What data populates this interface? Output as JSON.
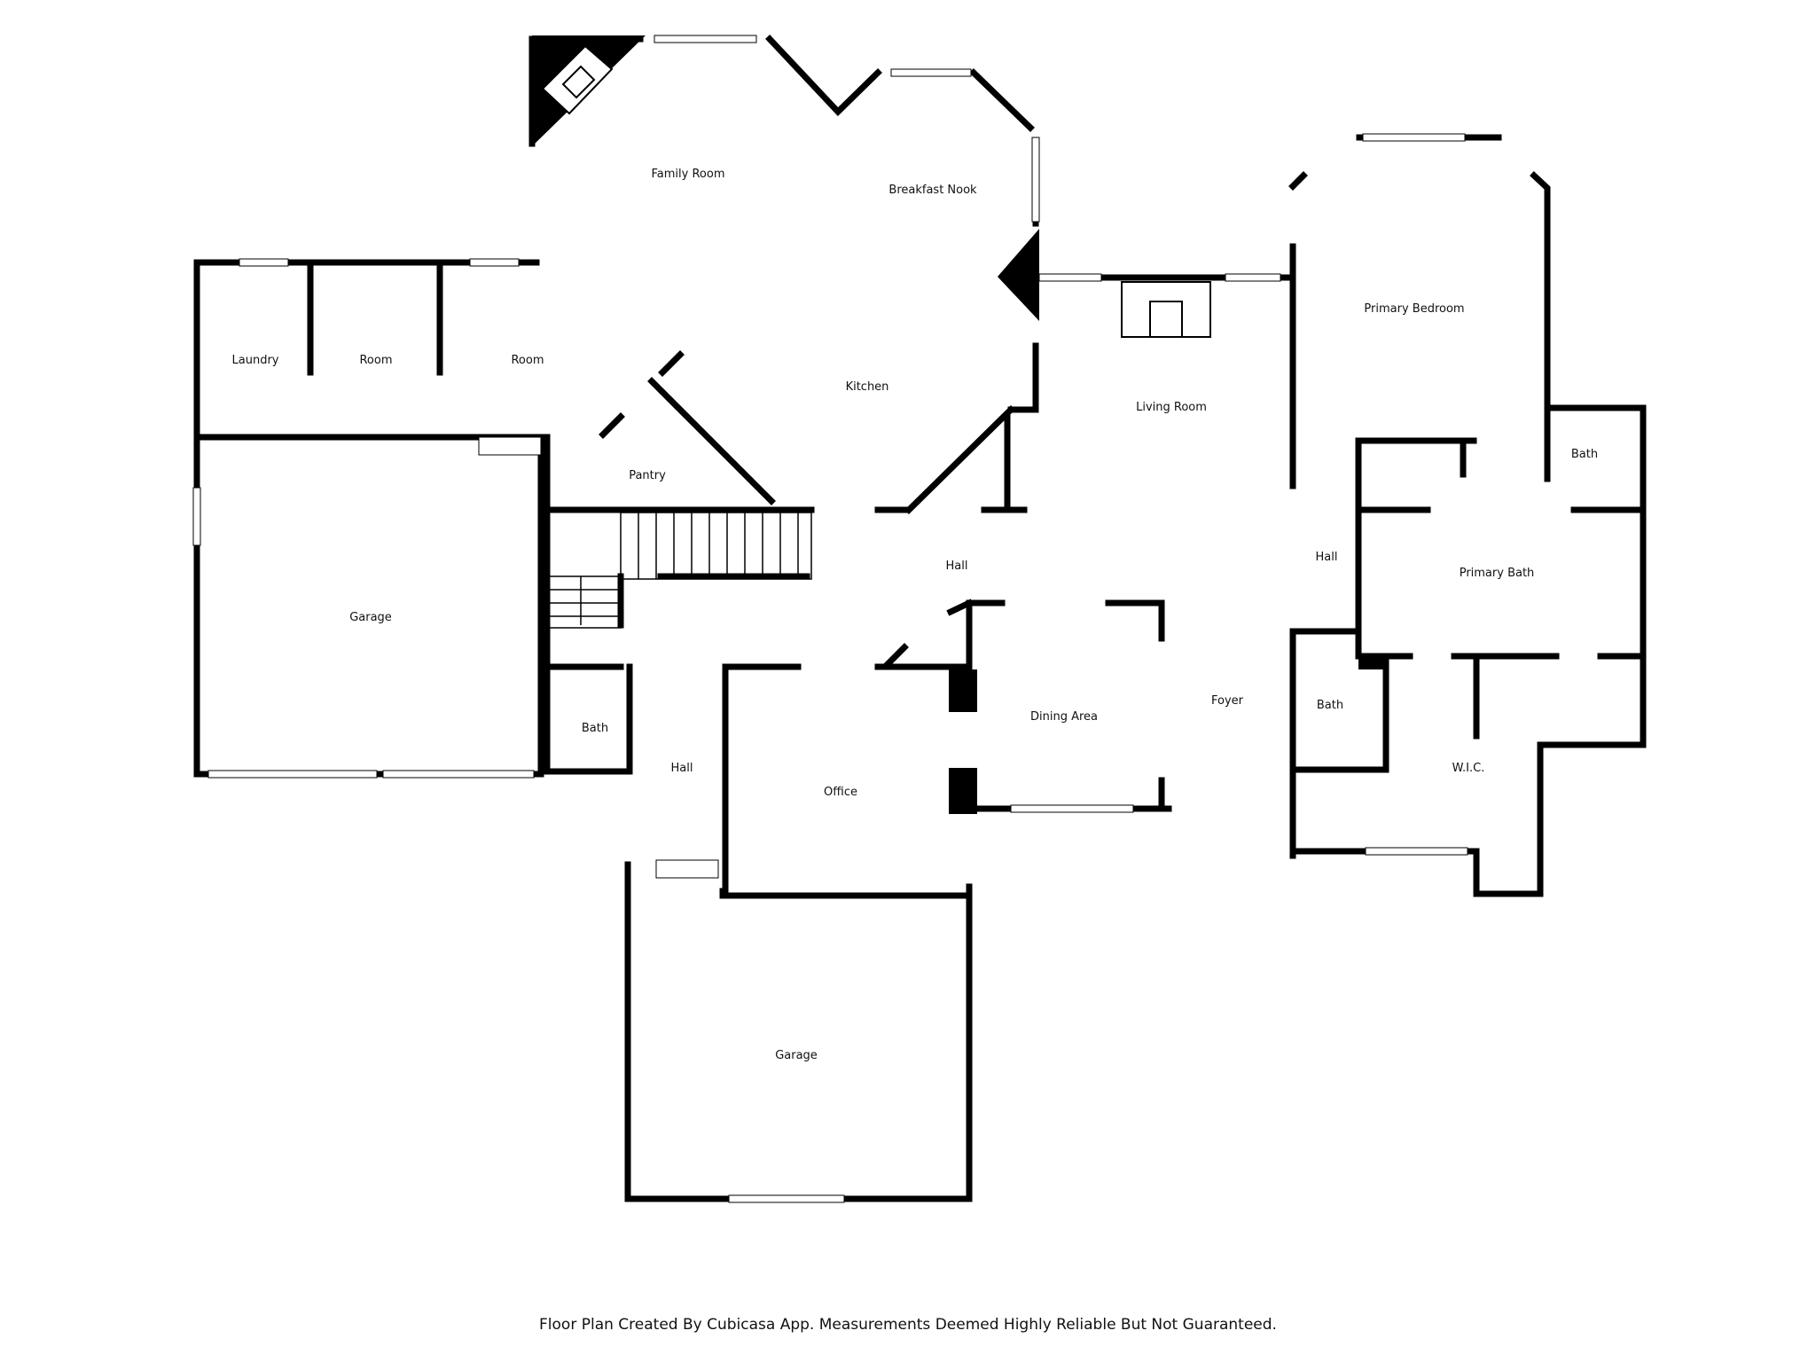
{
  "footer": "Floor Plan Created By Cubicasa App. Measurements Deemed Highly Reliable But Not Guaranteed.",
  "colors": {
    "wall": "#000000",
    "window": "#ffffff",
    "background": "#ffffff"
  },
  "rooms": {
    "family_room": "Family Room",
    "breakfast_nook": "Breakfast Nook",
    "kitchen": "Kitchen",
    "laundry": "Laundry",
    "room_1": "Room",
    "room_2": "Room",
    "pantry": "Pantry",
    "garage_1": "Garage",
    "hall_main": "Hall",
    "living_room": "Living Room",
    "primary_bedroom": "Primary Bedroom",
    "bath_primary_small": "Bath",
    "primary_bath": "Primary Bath",
    "hall_east": "Hall",
    "bath_east": "Bath",
    "wic": "W.I.C.",
    "dining_area": "Dining Area",
    "foyer": "Foyer",
    "bath_west": "Bath",
    "hall_west": "Hall",
    "office": "Office",
    "garage_2": "Garage"
  }
}
